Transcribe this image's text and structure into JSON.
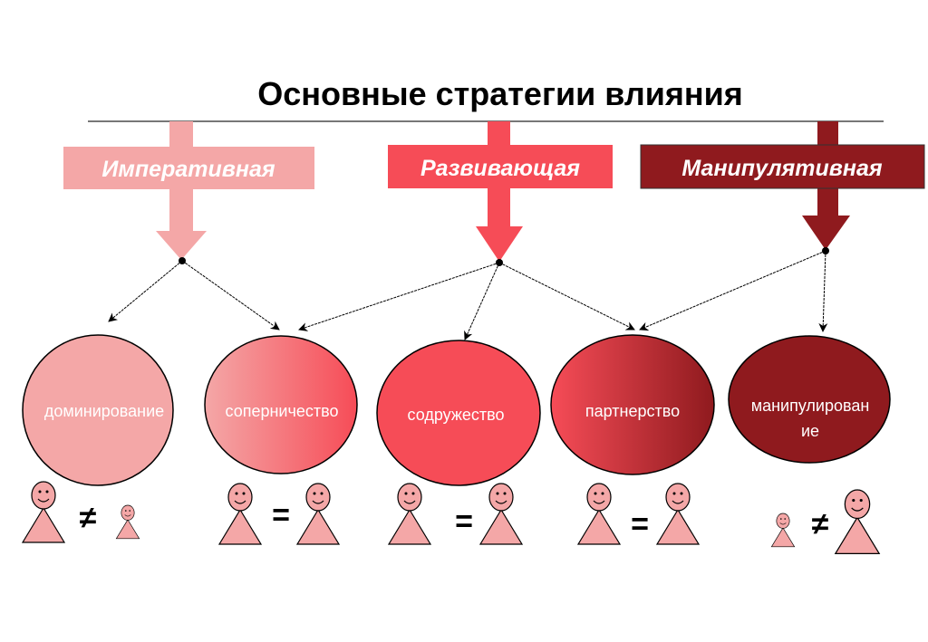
{
  "title": "Основные стратегии влияния",
  "strategies": [
    {
      "label": "Императивная",
      "color": "#f4a7a7"
    },
    {
      "label": "Развивающая",
      "color": "#f64c57"
    },
    {
      "label": "Манипулятивная",
      "color": "#8f1a1e"
    }
  ],
  "outcomes": [
    {
      "label": "доминирование",
      "relation": "≠"
    },
    {
      "label": "соперничество",
      "relation": "="
    },
    {
      "label": "содружество",
      "relation": "="
    },
    {
      "label": "партнерство",
      "relation": "="
    },
    {
      "label_line1": "манипулирован",
      "label_line2": "ие",
      "relation": "≠"
    }
  ]
}
